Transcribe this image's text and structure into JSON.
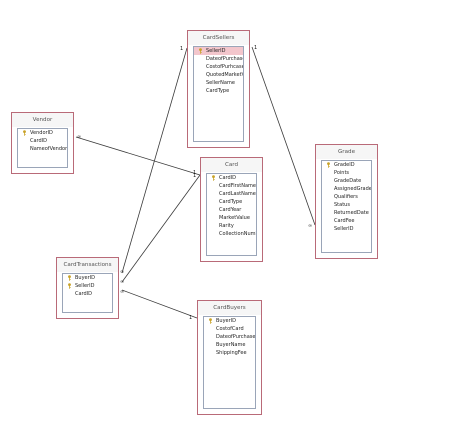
{
  "tables": [
    {
      "id": "CardSellers",
      "title": "CardSellers",
      "fields": [
        {
          "name": "SellerID",
          "key": true,
          "selected": true
        },
        {
          "name": "DateofPurchase",
          "key": false
        },
        {
          "name": "CostofPurhcase",
          "key": false
        },
        {
          "name": "QuotedMarketVal",
          "key": false
        },
        {
          "name": "SellerName",
          "key": false
        },
        {
          "name": "CardType",
          "key": false
        }
      ]
    },
    {
      "id": "Vendor",
      "title": "Vendor",
      "fields": [
        {
          "name": "VendorID",
          "key": true
        },
        {
          "name": "CardID",
          "key": false
        },
        {
          "name": "NameofVendor",
          "key": false
        }
      ]
    },
    {
      "id": "Card",
      "title": "Card",
      "fields": [
        {
          "name": "CardID",
          "key": true
        },
        {
          "name": "CardFirstName",
          "key": false
        },
        {
          "name": "CardLastName",
          "key": false
        },
        {
          "name": "CardType",
          "key": false
        },
        {
          "name": "CardYear",
          "key": false
        },
        {
          "name": "MarketValue",
          "key": false
        },
        {
          "name": "Rarity",
          "key": false
        },
        {
          "name": "CollectionNumber",
          "key": false
        }
      ]
    },
    {
      "id": "Grade",
      "title": "Grade",
      "fields": [
        {
          "name": "GradeID",
          "key": true
        },
        {
          "name": "Points",
          "key": false
        },
        {
          "name": "GradeDate",
          "key": false
        },
        {
          "name": "AssignedGrade",
          "key": false
        },
        {
          "name": "Qualifiers",
          "key": false
        },
        {
          "name": "Status",
          "key": false
        },
        {
          "name": "ReturnedDate",
          "key": false
        },
        {
          "name": "CardFee",
          "key": false
        },
        {
          "name": "SellerID",
          "key": false
        }
      ]
    },
    {
      "id": "CardTransactions",
      "title": "CardTransactions",
      "fields": [
        {
          "name": "BuyerID",
          "key": true
        },
        {
          "name": "SellerID",
          "key": true
        },
        {
          "name": "CardID",
          "key": false
        }
      ]
    },
    {
      "id": "CardBuyers",
      "title": "CardBuyers",
      "fields": [
        {
          "name": "BuyerID",
          "key": true
        },
        {
          "name": "CostofCard",
          "key": false
        },
        {
          "name": "DateofPurchase",
          "key": false
        },
        {
          "name": "BuyerName",
          "key": false
        },
        {
          "name": "ShippingFee",
          "key": false
        }
      ]
    }
  ],
  "relationships": [
    {
      "from": "CardTransactions",
      "to": "CardSellers",
      "from_mark": "∞",
      "to_mark": "1"
    },
    {
      "from": "CardTransactions",
      "to": "Card",
      "from_mark": "∞",
      "to_mark": "1"
    },
    {
      "from": "CardTransactions",
      "to": "CardBuyers",
      "from_mark": "∞",
      "to_mark": "1"
    },
    {
      "from": "Vendor",
      "to": "Card",
      "from_mark": "∞",
      "to_mark": "1"
    },
    {
      "from": "CardSellers",
      "to": "Grade",
      "from_mark": "1",
      "to_mark": "∞"
    }
  ],
  "colors": {
    "table_border": "#b96a78",
    "inner_border": "#9aa5b8",
    "selected_row": "#f3c6cc",
    "key_icon": "#c9a227",
    "line": "#3a3a3a"
  }
}
